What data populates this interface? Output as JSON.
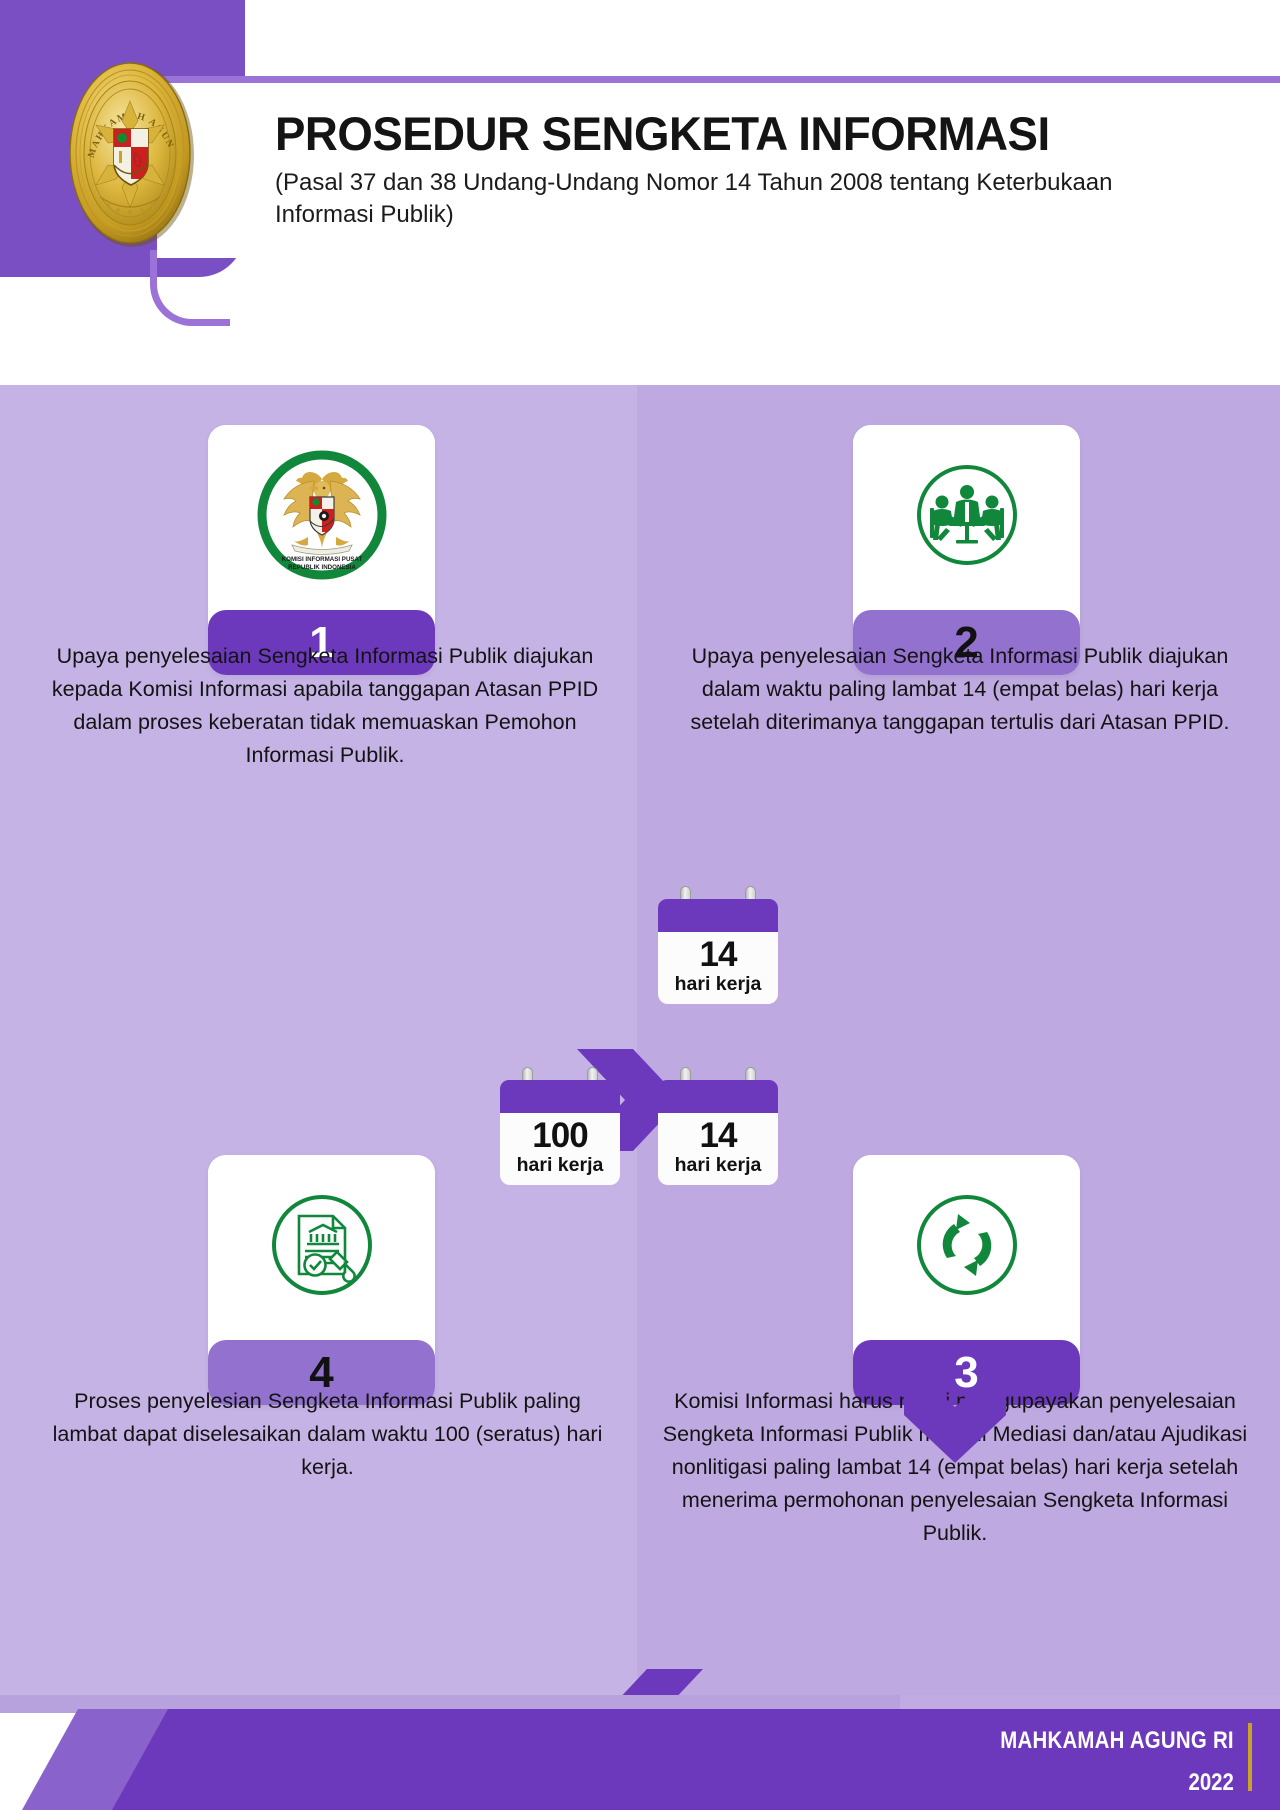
{
  "header": {
    "title": "PROSEDUR SENGKETA INFORMASI",
    "subtitle": "(Pasal 37 dan 38 Undang-Undang Nomor 14 Tahun 2008 tentang Keterbukaan Informasi Publik)",
    "logo_name": "mahkamah-agung-seal"
  },
  "steps": [
    {
      "number": "1",
      "icon": "komisi-informasi-pusat-logo",
      "icon_caption_line1": "KOMISI INFORMASI PUSAT",
      "icon_caption_line2": "REPUBLIK INDONESIA",
      "text": "Upaya penyelesaian Sengketa Informasi Publik diajukan kepada Komisi Informasi apabila tanggapan Atasan PPID dalam proses keberatan tidak memuaskan Pemohon Informasi Publik."
    },
    {
      "number": "2",
      "icon": "meeting-people-icon",
      "text": "Upaya penyelesaian Sengketa Informasi Publik diajukan dalam waktu paling lambat 14 (empat belas) hari kerja setelah diterimanya tanggapan tertulis dari Atasan PPID."
    },
    {
      "number": "3",
      "icon": "circular-arrows-icon",
      "text": "Komisi Informasi harus mulai mengupayakan penyelesaian Sengketa Informasi Publik melalui Mediasi dan/atau Ajudikasi nonlitigasi paling lambat 14 (empat belas) hari kerja setelah menerima permohonan penyelesaian Sengketa Informasi Publik."
    },
    {
      "number": "4",
      "icon": "document-gavel-icon",
      "text": "Proses penyelesian Sengketa Informasi Publik paling lambat dapat diselesaikan dalam waktu 100 (seratus) hari kerja."
    }
  ],
  "calendars": [
    {
      "id": "cal-14-step2",
      "number": "14",
      "label": "hari kerja"
    },
    {
      "id": "cal-100",
      "number": "100",
      "label": "hari kerja"
    },
    {
      "id": "cal-14-step3",
      "number": "14",
      "label": "hari kerja"
    }
  ],
  "arrows": [
    {
      "name": "arrow-right-step1-to-step2",
      "direction": "right"
    },
    {
      "name": "arrow-down-step2-to-step3",
      "direction": "down"
    },
    {
      "name": "arrow-left-step3-to-step4",
      "direction": "left"
    }
  ],
  "footer": {
    "organization": "MAHKAMAH AGUNG RI",
    "year": "2022"
  },
  "colors": {
    "purple_dark": "#6d39bc",
    "purple_mid": "#7b4fc4",
    "purple_light": "#9271cf",
    "lavender_a": "#c9b7e8",
    "lavender_b": "#bfa9e1",
    "green": "#11873c",
    "gold": "#c9a227"
  }
}
